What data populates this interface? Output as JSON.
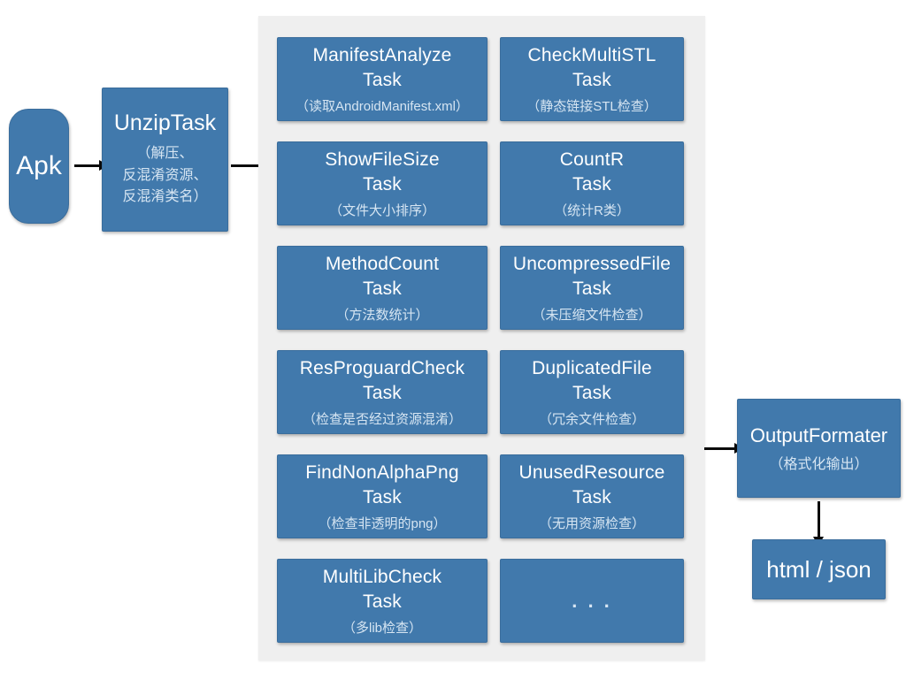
{
  "colors": {
    "node_blue": "#4179ac",
    "node_border": "#3a6d9c",
    "container_gray": "#efefef",
    "canvas_white": "#ffffff",
    "title_text": "#ffffff",
    "subtitle_text": "#d6e5f2",
    "arrow_black": "#0a0a0a"
  },
  "diagram": {
    "input": {
      "label": "Apk"
    },
    "unzip": {
      "title": "UnzipTask",
      "sub_lines": [
        "（解压、",
        "反混淆资源、",
        "反混淆类名）"
      ]
    },
    "tasks": [
      {
        "name": "ManifestAnalyze",
        "suffix": "Task",
        "sub": "（读取AndroidManifest.xml）"
      },
      {
        "name": "CheckMultiSTL",
        "suffix": "Task",
        "sub": "（静态链接STL检查）"
      },
      {
        "name": "ShowFileSize",
        "suffix": "Task",
        "sub": "（文件大小排序）"
      },
      {
        "name": "CountR",
        "suffix": "Task",
        "sub": "（统计R类）"
      },
      {
        "name": "MethodCount",
        "suffix": "Task",
        "sub": "（方法数统计）"
      },
      {
        "name": "UncompressedFile",
        "suffix": "Task",
        "sub": "（未压缩文件检查）"
      },
      {
        "name": "ResProguardCheck",
        "suffix": "Task",
        "sub": "（检查是否经过资源混淆）"
      },
      {
        "name": "DuplicatedFile",
        "suffix": "Task",
        "sub": "（冗余文件检查）"
      },
      {
        "name": "FindNonAlphaPng",
        "suffix": "Task",
        "sub": "（检查非透明的png）"
      },
      {
        "name": "UnusedResource",
        "suffix": "Task",
        "sub": "（无用资源检查）"
      },
      {
        "name": "MultiLibCheck",
        "suffix": "Task",
        "sub": "（多lib检查）"
      },
      {
        "dots": ". . ."
      }
    ],
    "output": {
      "title": "OutputFormater",
      "sub": "（格式化输出）"
    },
    "result": {
      "label": "html / json"
    }
  }
}
